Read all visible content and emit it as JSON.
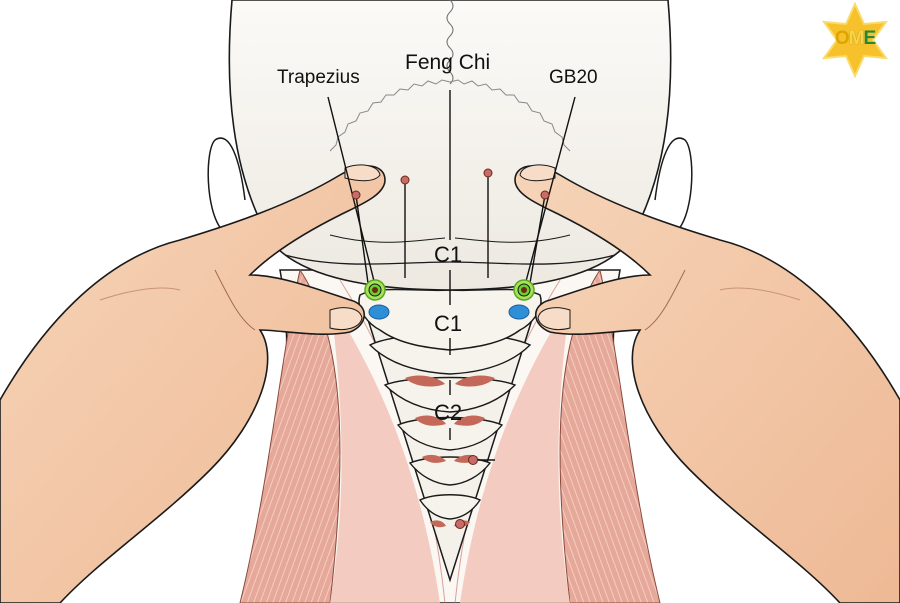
{
  "diagram": {
    "title": "Feng Chi",
    "subject": "Back of head and neck with two hands pressing suboccipital acupressure points",
    "labels": {
      "trapezius": "Trapezius",
      "feng_chi": "Feng Chi",
      "gb20": "GB20",
      "c1_upper": "C1",
      "c1_lower": "C1",
      "c2": "C2"
    },
    "markers": {
      "acupoint_ring_color": "#7ed321",
      "acupoint_core_color": "#6b2a14",
      "nerve_marker_color": "#2f8fd6",
      "red_dot_color": "#c96b6b"
    },
    "colors": {
      "skin": "#f3c9a8",
      "skin_shadow": "#e4a888",
      "muscle": "#e2a091",
      "muscle_dark": "#c4685a",
      "bone": "#f4f1ea",
      "bone_shadow": "#ddd8cc",
      "outline": "#1a1a1a"
    }
  },
  "logo": {
    "text_o": "O",
    "text_m": "M",
    "text_e": "E",
    "star_color": "#f6c12a",
    "star_edge_color": "#f9dc6b"
  }
}
